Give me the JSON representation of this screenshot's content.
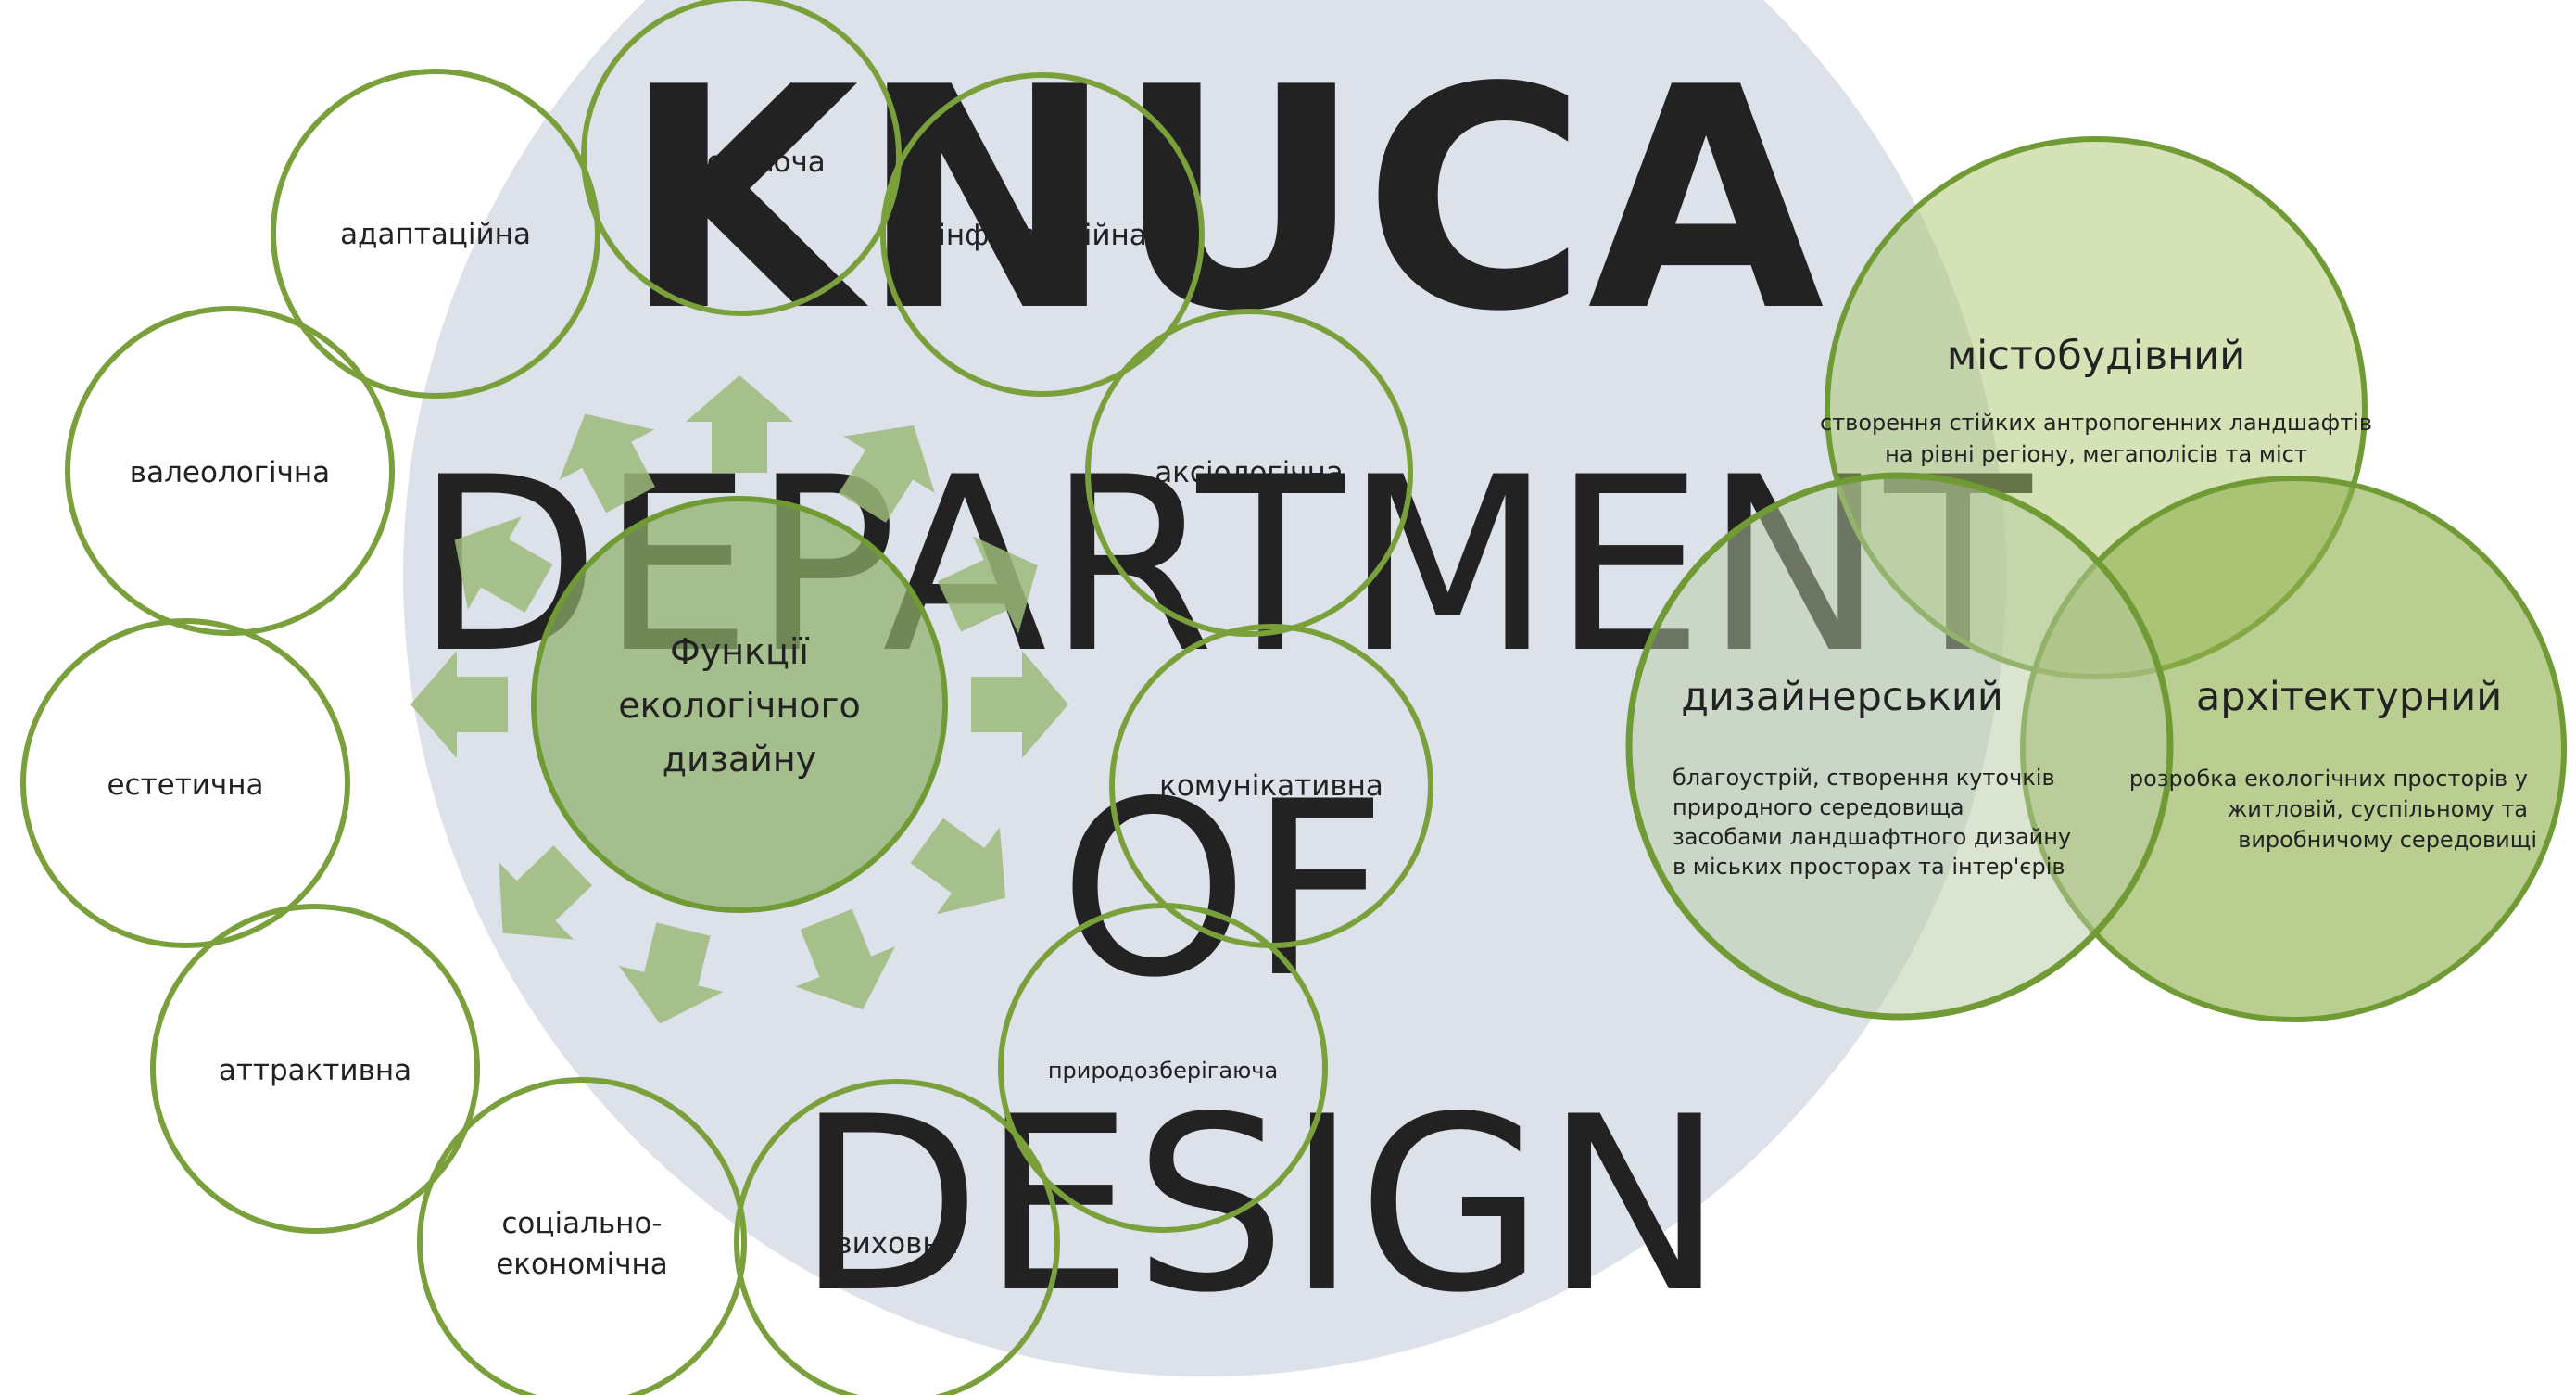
{
  "watermark": {
    "line1": "KNUCA",
    "line2": "DEPARTMENT",
    "line3": "OF",
    "line4": "DESIGN",
    "color": "#c9d0dd"
  },
  "colors": {
    "ring_stroke": "#7aa03c",
    "center_fill": "#8fb06a",
    "arrow_fill": "#9cba7a",
    "venn_fill": "#9fbf5e",
    "venn_stroke": "#6f9a34"
  },
  "functions": {
    "center_lines": [
      "Функції",
      "екологічного",
      "дизайну"
    ],
    "items": [
      {
        "label": "створююча"
      },
      {
        "label": "інформаційна"
      },
      {
        "label": "аксіологічна"
      },
      {
        "label": "комунікативна"
      },
      {
        "label": "природозберігаюча"
      },
      {
        "label": "виховна"
      },
      {
        "lines": [
          "соціально-",
          "економічна"
        ]
      },
      {
        "label": "аттрактивна"
      },
      {
        "label": "естетична"
      },
      {
        "label": "валеологічна"
      },
      {
        "label": "адаптаційна"
      }
    ]
  },
  "venn": {
    "top": {
      "title": "містобудівний",
      "lines": [
        "створення стійких антропогенних ландшафтів",
        "на рівні регіону, мегаполісів та міст"
      ]
    },
    "left": {
      "title": "дизайнерський",
      "lines": [
        "благоустрій, створення куточків",
        "природного середовища",
        "засобами ландшафтного дизайну",
        "в міських просторах та інтер'єрів"
      ]
    },
    "right": {
      "title": "архітектурний",
      "lines": [
        "розробка екологічних просторів у",
        "житловій, суспільному та",
        "виробничому середовищі"
      ]
    }
  }
}
